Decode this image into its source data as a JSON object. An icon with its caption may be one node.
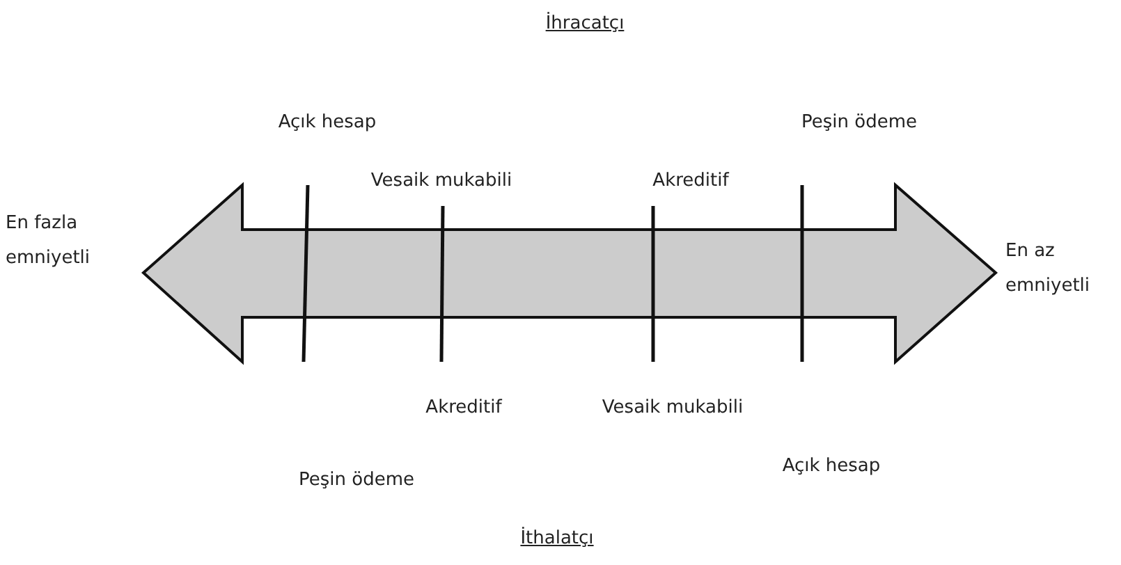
{
  "diagram": {
    "labels": [
      "İhracatçı",
      "Açık hesap",
      "Peşin ödeme",
      "Vesaik mukabili",
      "Akreditif",
      "En fazla emniyetli",
      "En az emniyetli",
      "Akreditif",
      "Vesaik mukabili",
      "Peşin ödeme",
      "Açık hesap",
      "İthalatçı"
    ]
  }
}
